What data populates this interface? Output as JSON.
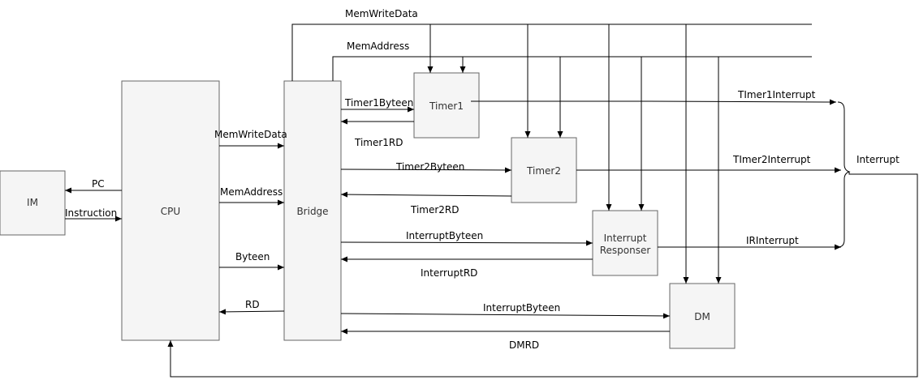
{
  "blocks": {
    "im": "IM",
    "cpu": "CPU",
    "bridge": "Bridge",
    "timer1": "Timer1",
    "timer2": "Timer2",
    "interrupt_line1": "Interrupt",
    "interrupt_line2": "Responser",
    "dm": "DM"
  },
  "signals": {
    "mem_write_data_bus": "MemWriteData",
    "mem_address_bus": "MemAddress",
    "pc": "PC",
    "instruction": "Instruction",
    "cpu_mem_write_data": "MemWriteData",
    "cpu_mem_address": "MemAddress",
    "cpu_byteen": "Byteen",
    "cpu_rd": "RD",
    "timer1_byteen": "Timer1Byteen",
    "timer1_rd": "Timer1RD",
    "timer2_byteen": "Timer2Byteen",
    "timer2_rd": "Timer2RD",
    "interrupt_byteen": "InterruptByteen",
    "interrupt_rd": "InterruptRD",
    "dm_byteen": "InterruptByteen",
    "dm_rd": "DMRD",
    "timer1_interrupt": "TImer1Interrupt",
    "timer2_interrupt": "TImer2Interrupt",
    "ir_interrupt": "IRInterrupt",
    "interrupt": "Interrupt"
  }
}
